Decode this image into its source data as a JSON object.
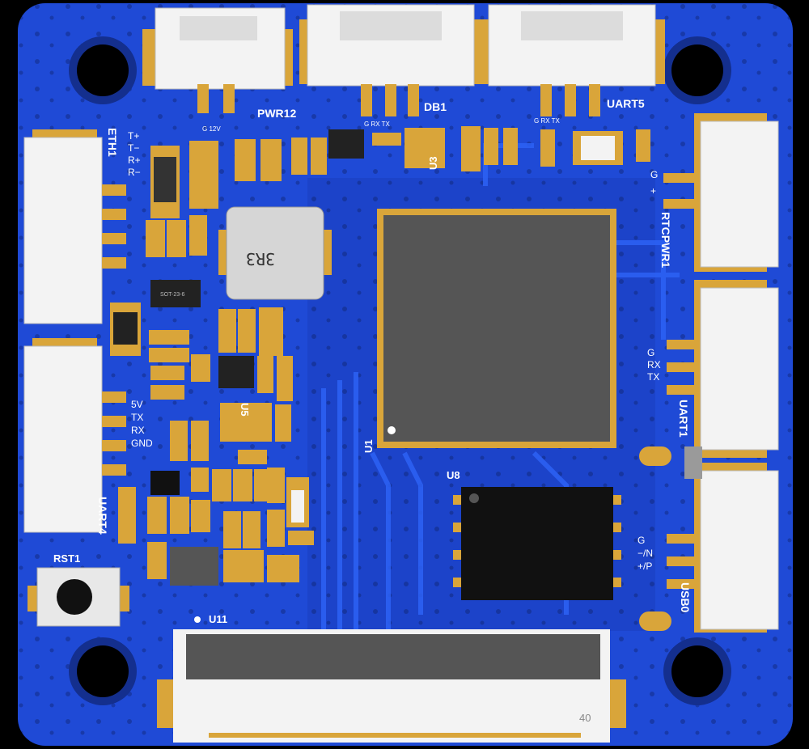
{
  "colors": {
    "board": "#1f4ad6",
    "board_dark": "#163aa6",
    "copper": "#2a5ff0",
    "gold": "#d9a53a",
    "silk": "#ffffff",
    "connector": "#f3f3f3",
    "chip": "#555555",
    "black_chip": "#111111"
  },
  "labels": {
    "pwr12": "PWR12",
    "pwr12_pins": "G  12V",
    "db1": "DB1",
    "db1_pins": "G  RX  TX",
    "uart5": "UART5",
    "uart5_pins": "G  RX  TX",
    "eth1": "ETH1",
    "eth1_tp": "T+",
    "eth1_tm": "T−",
    "eth1_rp": "R+",
    "eth1_rm": "R−",
    "rtcpwr1": "RTCPWR1",
    "rtc_g": "G",
    "rtc_p": "+",
    "uart1": "UART1",
    "uart1_g": "G",
    "uart1_rx": "RX",
    "uart1_tx": "TX",
    "uart4": "UART4",
    "uart4_5v": "5V",
    "uart4_tx": "TX",
    "uart4_rx": "RX",
    "uart4_gnd": "GND",
    "usb0": "USB0",
    "usb0_g": "G",
    "usb0_n": "−/N",
    "usb0_p": "+/P",
    "u1": "U1",
    "u3": "U3",
    "u5": "U5",
    "u8": "U8",
    "u11": "U11",
    "rst1": "RST1",
    "inductor": "3R3",
    "fpc_pin": "40",
    "sot": "SOT-23-6"
  }
}
